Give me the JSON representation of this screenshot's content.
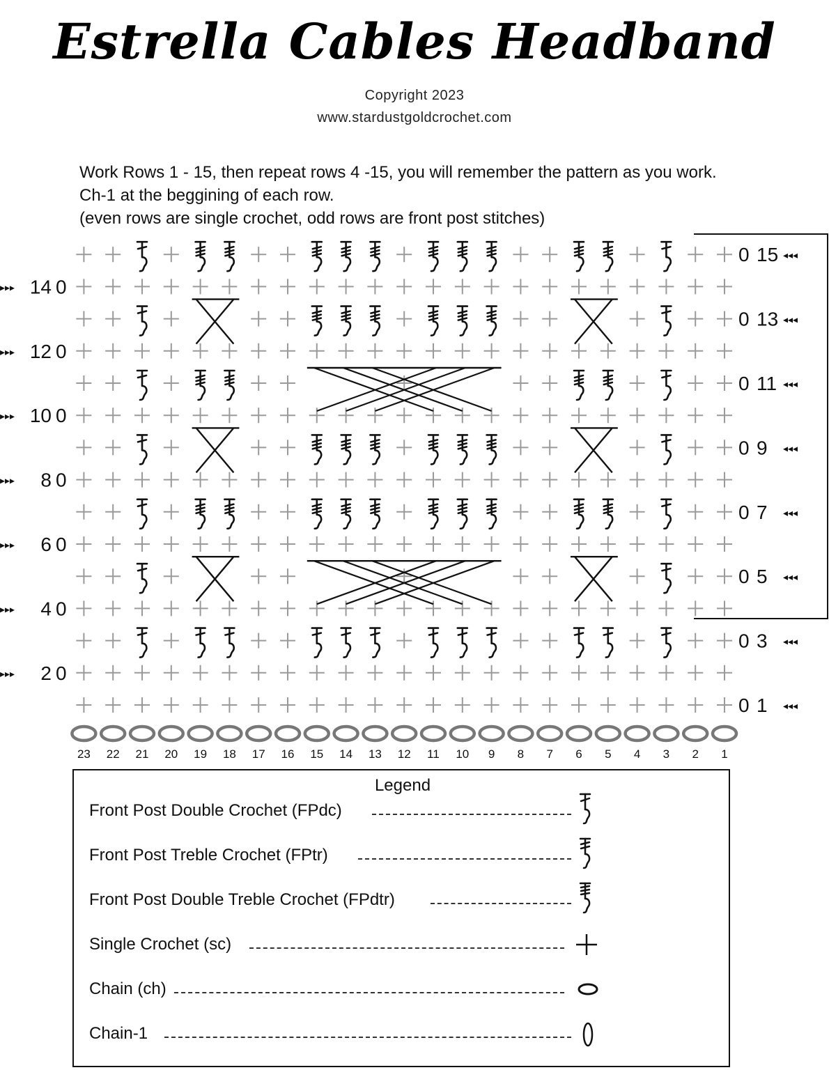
{
  "title": "Estrella Cables Headband",
  "copyright": "Copyright  2023",
  "website": "www.stardustgoldcrochet.com",
  "instructions": [
    "Work Rows 1 - 15, then repeat rows 4 -15, you will remember the pattern as you work.",
    "Ch-1 at the beggining of each row.",
    "(even rows are single crochet, odd rows are front post stitches)"
  ],
  "chart": {
    "right_row_labels": [
      "15",
      "13",
      "11",
      "9",
      "7",
      "5",
      "3",
      "1"
    ],
    "left_row_labels": [
      "14",
      "12",
      "10",
      "8",
      "6",
      "4",
      "2"
    ],
    "row_arrow_right": "◂◂◂",
    "row_arrow_left": "▸▸▸",
    "chain_marker": "0",
    "stitch_numbers": [
      "23",
      "22",
      "21",
      "20",
      "19",
      "18",
      "17",
      "16",
      "15",
      "14",
      "13",
      "12",
      "11",
      "10",
      "9",
      "8",
      "7",
      "6",
      "5",
      "4",
      "3",
      "2",
      "1"
    ],
    "repeat_bracket_rows": "4-15"
  },
  "legend": {
    "title": "Legend",
    "items": [
      {
        "label": "Front Post Double Crochet (FPdc)",
        "symbol": "fpdc-icon"
      },
      {
        "label": "Front Post Treble Crochet (FPtr)",
        "symbol": "fptr-icon"
      },
      {
        "label": "Front Post Double Treble Crochet (FPdtr)",
        "symbol": "fpdtr-icon"
      },
      {
        "label": "Single Crochet (sc)",
        "symbol": "sc-icon"
      },
      {
        "label": "Chain (ch)",
        "symbol": "chain-icon"
      },
      {
        "label": "Chain-1",
        "symbol": "chain-1-icon"
      }
    ]
  }
}
